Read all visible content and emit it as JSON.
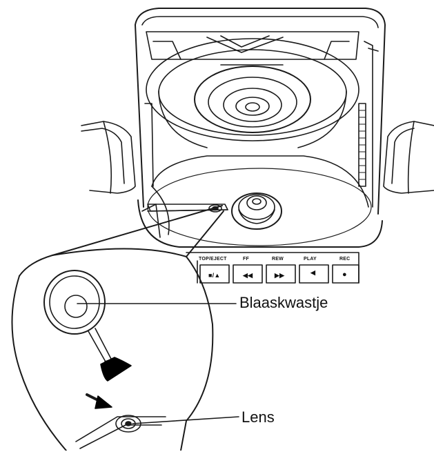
{
  "callouts": {
    "brush": "Blaaskwastje",
    "lens": "Lens"
  },
  "buttons": [
    {
      "label": "TOP/EJECT",
      "symbol": "■/▲"
    },
    {
      "label": "FF",
      "symbol": "◀◀"
    },
    {
      "label": "REW",
      "symbol": "▶▶"
    },
    {
      "label": "PLAY",
      "symbol": "◀"
    },
    {
      "label": "REC",
      "symbol": "●"
    }
  ],
  "colors": {
    "line": "#1a1a1a",
    "brush_bristles": "#000000"
  }
}
